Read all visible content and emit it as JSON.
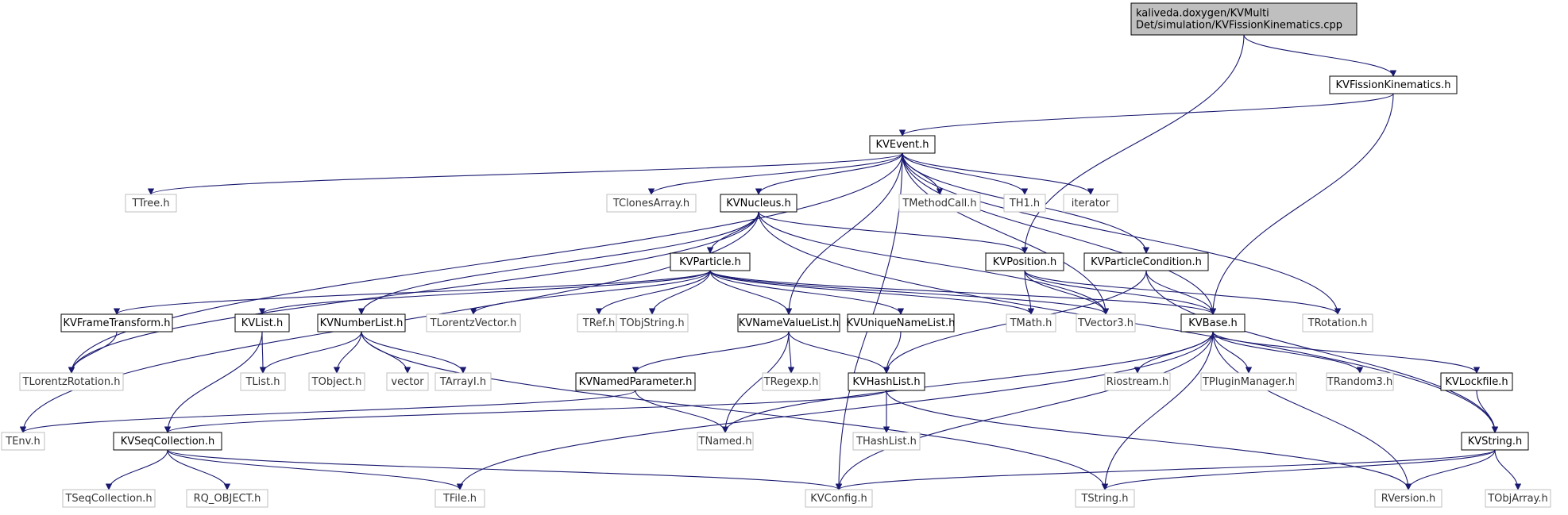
{
  "colors": {
    "edge": "#191970",
    "root_fill": "#bfbfbf",
    "node_border": "#000000",
    "external_border": "#bfbfbf",
    "external_text": "#333333"
  },
  "nodes": [
    {
      "id": "root",
      "label": "kaliveda.doxygen/KVMulti\nDet/simulation/KVFissionKinematics.cpp",
      "kind": "root"
    },
    {
      "id": "KVFissionKinematics.h",
      "label": "KVFissionKinematics.h",
      "kind": "internal"
    },
    {
      "id": "KVEvent.h",
      "label": "KVEvent.h",
      "kind": "internal"
    },
    {
      "id": "TTree.h",
      "label": "TTree.h",
      "kind": "external"
    },
    {
      "id": "TClonesArray.h",
      "label": "TClonesArray.h",
      "kind": "external"
    },
    {
      "id": "KVNucleus.h",
      "label": "KVNucleus.h",
      "kind": "internal"
    },
    {
      "id": "TMethodCall.h",
      "label": "TMethodCall.h",
      "kind": "external"
    },
    {
      "id": "TH1.h",
      "label": "TH1.h",
      "kind": "external"
    },
    {
      "id": "iterator",
      "label": "iterator",
      "kind": "external"
    },
    {
      "id": "KVPosition.h",
      "label": "KVPosition.h",
      "kind": "internal"
    },
    {
      "id": "KVParticleCondition.h",
      "label": "KVParticleCondition.h",
      "kind": "internal"
    },
    {
      "id": "KVParticle.h",
      "label": "KVParticle.h",
      "kind": "internal"
    },
    {
      "id": "KVFrameTransform.h",
      "label": "KVFrameTransform.h",
      "kind": "internal"
    },
    {
      "id": "KVList.h",
      "label": "KVList.h",
      "kind": "internal"
    },
    {
      "id": "KVNumberList.h",
      "label": "KVNumberList.h",
      "kind": "internal"
    },
    {
      "id": "TLorentzVector.h",
      "label": "TLorentzVector.h",
      "kind": "external"
    },
    {
      "id": "TRef.h",
      "label": "TRef.h",
      "kind": "external"
    },
    {
      "id": "TObjString.h",
      "label": "TObjString.h",
      "kind": "external"
    },
    {
      "id": "KVNameValueList.h",
      "label": "KVNameValueList.h",
      "kind": "internal"
    },
    {
      "id": "KVUniqueNameList.h",
      "label": "KVUniqueNameList.h",
      "kind": "internal"
    },
    {
      "id": "TMath.h",
      "label": "TMath.h",
      "kind": "external"
    },
    {
      "id": "TVector3.h",
      "label": "TVector3.h",
      "kind": "external"
    },
    {
      "id": "KVBase.h",
      "label": "KVBase.h",
      "kind": "internal"
    },
    {
      "id": "TRotation.h",
      "label": "TRotation.h",
      "kind": "external"
    },
    {
      "id": "TLorentzRotation.h",
      "label": "TLorentzRotation.h",
      "kind": "external"
    },
    {
      "id": "TList.h",
      "label": "TList.h",
      "kind": "external"
    },
    {
      "id": "TObject.h",
      "label": "TObject.h",
      "kind": "external"
    },
    {
      "id": "vector",
      "label": "vector",
      "kind": "external"
    },
    {
      "id": "TArrayI.h",
      "label": "TArrayI.h",
      "kind": "external"
    },
    {
      "id": "KVNamedParameter.h",
      "label": "KVNamedParameter.h",
      "kind": "internal"
    },
    {
      "id": "TRegexp.h",
      "label": "TRegexp.h",
      "kind": "external"
    },
    {
      "id": "KVHashList.h",
      "label": "KVHashList.h",
      "kind": "internal"
    },
    {
      "id": "Riostream.h",
      "label": "Riostream.h",
      "kind": "external"
    },
    {
      "id": "TPluginManager.h",
      "label": "TPluginManager.h",
      "kind": "external"
    },
    {
      "id": "TRandom3.h",
      "label": "TRandom3.h",
      "kind": "external"
    },
    {
      "id": "KVLockfile.h",
      "label": "KVLockfile.h",
      "kind": "internal"
    },
    {
      "id": "TEnv.h",
      "label": "TEnv.h",
      "kind": "external"
    },
    {
      "id": "KVSeqCollection.h",
      "label": "KVSeqCollection.h",
      "kind": "internal"
    },
    {
      "id": "TNamed.h",
      "label": "TNamed.h",
      "kind": "external"
    },
    {
      "id": "THashList.h",
      "label": "THashList.h",
      "kind": "external"
    },
    {
      "id": "KVString.h",
      "label": "KVString.h",
      "kind": "internal"
    },
    {
      "id": "TSeqCollection.h",
      "label": "TSeqCollection.h",
      "kind": "external"
    },
    {
      "id": "RQ_OBJECT.h",
      "label": "RQ_OBJECT.h",
      "kind": "external"
    },
    {
      "id": "TFile.h",
      "label": "TFile.h",
      "kind": "external"
    },
    {
      "id": "KVConfig.h",
      "label": "KVConfig.h",
      "kind": "external"
    },
    {
      "id": "TString.h",
      "label": "TString.h",
      "kind": "external"
    },
    {
      "id": "RVersion.h",
      "label": "RVersion.h",
      "kind": "external"
    },
    {
      "id": "TObjArray.h",
      "label": "TObjArray.h",
      "kind": "external"
    }
  ],
  "edges": [
    [
      "root",
      "KVFissionKinematics.h"
    ],
    [
      "root",
      "KVPosition.h"
    ],
    [
      "KVFissionKinematics.h",
      "KVEvent.h"
    ],
    [
      "KVFissionKinematics.h",
      "KVBase.h"
    ],
    [
      "KVEvent.h",
      "TTree.h"
    ],
    [
      "KVEvent.h",
      "TClonesArray.h"
    ],
    [
      "KVEvent.h",
      "KVNucleus.h"
    ],
    [
      "KVEvent.h",
      "TMethodCall.h"
    ],
    [
      "KVEvent.h",
      "TH1.h"
    ],
    [
      "KVEvent.h",
      "iterator"
    ],
    [
      "KVEvent.h",
      "KVParticleCondition.h"
    ],
    [
      "KVEvent.h",
      "KVNameValueList.h"
    ],
    [
      "KVEvent.h",
      "TVector3.h"
    ],
    [
      "KVEvent.h",
      "KVBase.h"
    ],
    [
      "KVEvent.h",
      "TRotation.h"
    ],
    [
      "KVEvent.h",
      "TLorentzRotation.h"
    ],
    [
      "KVEvent.h",
      "KVConfig.h"
    ],
    [
      "KVNucleus.h",
      "KVParticle.h"
    ],
    [
      "KVNucleus.h",
      "KVNumberList.h"
    ],
    [
      "KVNucleus.h",
      "KVPosition.h"
    ],
    [
      "KVNucleus.h",
      "TVector3.h"
    ],
    [
      "KVNucleus.h",
      "TEnv.h"
    ],
    [
      "KVNucleus.h",
      "TLorentzRotation.h"
    ],
    [
      "KVNucleus.h",
      "KVString.h"
    ],
    [
      "KVPosition.h",
      "TMath.h"
    ],
    [
      "KVPosition.h",
      "TVector3.h"
    ],
    [
      "KVPosition.h",
      "KVBase.h"
    ],
    [
      "KVPosition.h",
      "TRotation.h"
    ],
    [
      "KVParticleCondition.h",
      "KVBase.h"
    ],
    [
      "KVParticleCondition.h",
      "KVHashList.h"
    ],
    [
      "KVParticleCondition.h",
      "KVString.h"
    ],
    [
      "KVParticle.h",
      "KVFrameTransform.h"
    ],
    [
      "KVParticle.h",
      "KVList.h"
    ],
    [
      "KVParticle.h",
      "TLorentzVector.h"
    ],
    [
      "KVParticle.h",
      "TRef.h"
    ],
    [
      "KVParticle.h",
      "TObjString.h"
    ],
    [
      "KVParticle.h",
      "KVNameValueList.h"
    ],
    [
      "KVParticle.h",
      "KVUniqueNameList.h"
    ],
    [
      "KVParticle.h",
      "TMath.h"
    ],
    [
      "KVParticle.h",
      "TVector3.h"
    ],
    [
      "KVParticle.h",
      "KVBase.h"
    ],
    [
      "KVFrameTransform.h",
      "TLorentzRotation.h"
    ],
    [
      "KVList.h",
      "TList.h"
    ],
    [
      "KVList.h",
      "KVSeqCollection.h"
    ],
    [
      "KVNumberList.h",
      "TList.h"
    ],
    [
      "KVNumberList.h",
      "TObject.h"
    ],
    [
      "KVNumberList.h",
      "vector"
    ],
    [
      "KVNumberList.h",
      "TArrayI.h"
    ],
    [
      "KVNumberList.h",
      "TString.h"
    ],
    [
      "KVNameValueList.h",
      "KVNamedParameter.h"
    ],
    [
      "KVNameValueList.h",
      "TRegexp.h"
    ],
    [
      "KVNameValueList.h",
      "KVHashList.h"
    ],
    [
      "KVNameValueList.h",
      "TNamed.h"
    ],
    [
      "KVUniqueNameList.h",
      "KVHashList.h"
    ],
    [
      "KVBase.h",
      "TNamed.h"
    ],
    [
      "KVBase.h",
      "Riostream.h"
    ],
    [
      "KVBase.h",
      "TPluginManager.h"
    ],
    [
      "KVBase.h",
      "TRandom3.h"
    ],
    [
      "KVBase.h",
      "KVLockfile.h"
    ],
    [
      "KVBase.h",
      "TFile.h"
    ],
    [
      "KVBase.h",
      "KVConfig.h"
    ],
    [
      "KVBase.h",
      "TString.h"
    ],
    [
      "KVBase.h",
      "RVersion.h"
    ],
    [
      "KVNamedParameter.h",
      "TEnv.h"
    ],
    [
      "KVNamedParameter.h",
      "TNamed.h"
    ],
    [
      "KVHashList.h",
      "KVSeqCollection.h"
    ],
    [
      "KVHashList.h",
      "THashList.h"
    ],
    [
      "KVHashList.h",
      "RVersion.h"
    ],
    [
      "KVLockfile.h",
      "KVString.h"
    ],
    [
      "KVSeqCollection.h",
      "TSeqCollection.h"
    ],
    [
      "KVSeqCollection.h",
      "RQ_OBJECT.h"
    ],
    [
      "KVSeqCollection.h",
      "TFile.h"
    ],
    [
      "KVSeqCollection.h",
      "KVConfig.h"
    ],
    [
      "KVString.h",
      "KVConfig.h"
    ],
    [
      "KVString.h",
      "TString.h"
    ],
    [
      "KVString.h",
      "RVersion.h"
    ],
    [
      "KVString.h",
      "TObjArray.h"
    ]
  ]
}
